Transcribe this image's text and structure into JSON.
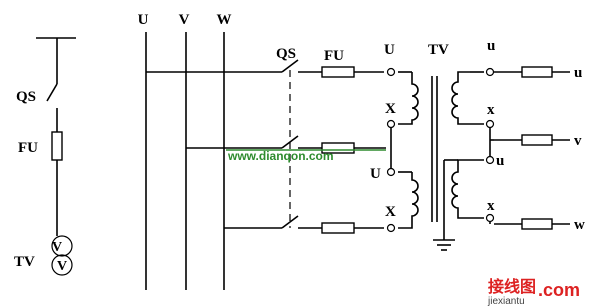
{
  "left_schematic": {
    "qs_label": "QS",
    "fu_label": "FU",
    "tv_label": "TV"
  },
  "bus_labels": [
    "U",
    "V",
    "W"
  ],
  "main": {
    "qs_label": "QS",
    "fu_label": "FU",
    "tv_label": "TV",
    "primary_top_U": "U",
    "primary_top_X": "X",
    "primary_bot_U": "U",
    "primary_bot_X": "X",
    "secondary_top_u": "u",
    "secondary_top_x": "x",
    "secondary_bot_u": "u",
    "secondary_bot_x": "x",
    "out_u": "u",
    "out_v": "v",
    "out_w": "w"
  },
  "watermark": "www.dianqon.com",
  "logo": {
    "cn": "接线图",
    "com": ".com",
    "sub": "jiexiantu"
  }
}
